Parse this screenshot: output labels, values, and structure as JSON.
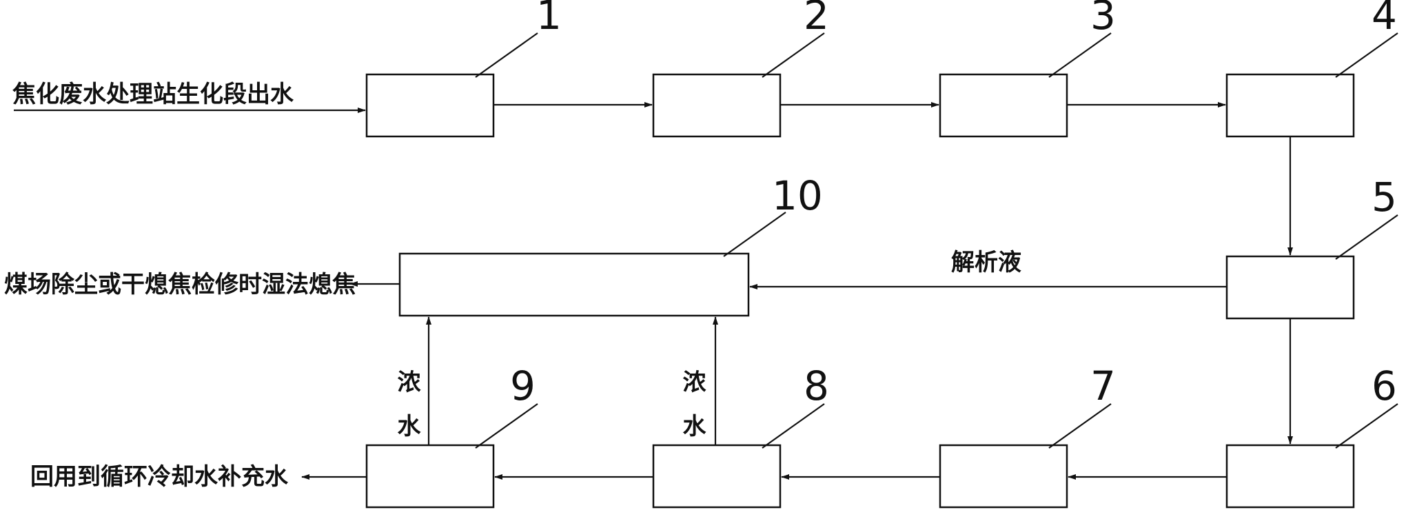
{
  "diagram": {
    "boxes": [
      {
        "number": "1"
      },
      {
        "number": "2"
      },
      {
        "number": "3"
      },
      {
        "number": "4"
      },
      {
        "number": "5"
      },
      {
        "number": "6"
      },
      {
        "number": "7"
      },
      {
        "number": "8"
      },
      {
        "number": "9"
      },
      {
        "number": "10"
      }
    ],
    "labels": {
      "input": "焦化废水处理站生化段出水",
      "output_dust": "煤场除尘或干熄焦检修时湿法熄焦",
      "output_cooling": "回用到循环冷却水补充水",
      "desorption": "解析液",
      "concentrate_left": "浓水",
      "concentrate_right": "浓水"
    }
  }
}
